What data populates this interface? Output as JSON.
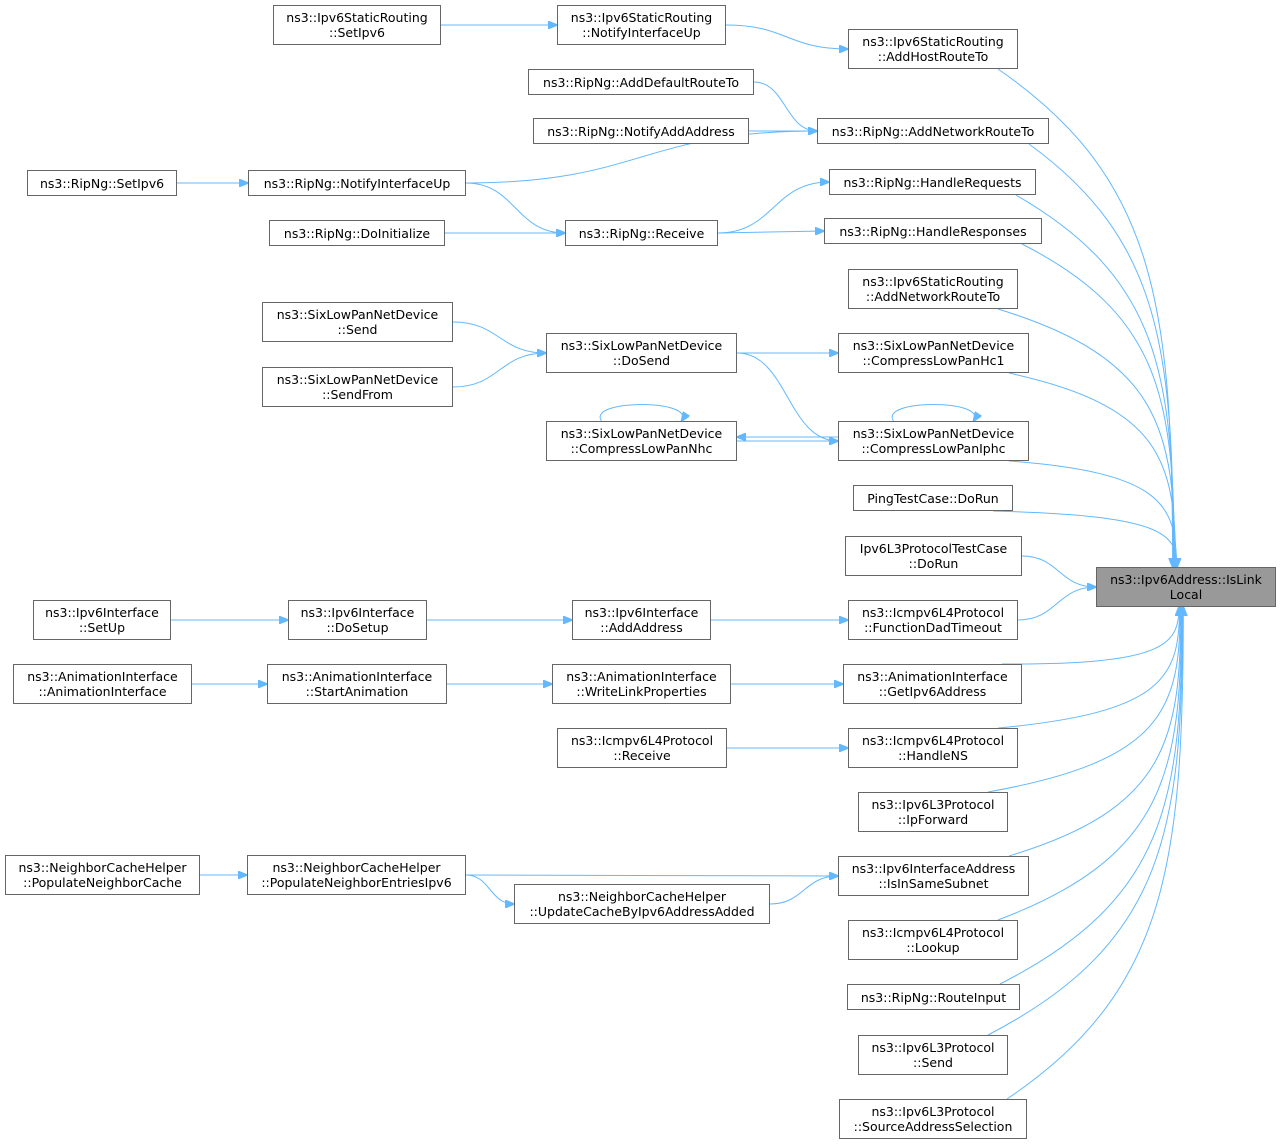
{
  "colors": {
    "edge": "#63b8ff",
    "node_border": "#666666",
    "node_fill": "#ffffff",
    "focus_fill": "#999999"
  },
  "nodes": {
    "n_islinklocal": {
      "lines": [
        "ns3::Ipv6Address::IsLink",
        "Local"
      ],
      "focus": true
    },
    "n_sr_setipv6": {
      "lines": [
        "ns3::Ipv6StaticRouting",
        "::SetIpv6"
      ]
    },
    "n_sr_notifyup": {
      "lines": [
        "ns3::Ipv6StaticRouting",
        "::NotifyInterfaceUp"
      ]
    },
    "n_sr_addhost": {
      "lines": [
        "ns3::Ipv6StaticRouting",
        "::AddHostRouteTo"
      ]
    },
    "n_rip_adddefault": {
      "lines": [
        "ns3::RipNg::AddDefaultRouteTo"
      ]
    },
    "n_rip_notifyaddaddr": {
      "lines": [
        "ns3::RipNg::NotifyAddAddress"
      ]
    },
    "n_rip_addnetwork": {
      "lines": [
        "ns3::RipNg::AddNetworkRouteTo"
      ]
    },
    "n_rip_setipv6": {
      "lines": [
        "ns3::RipNg::SetIpv6"
      ]
    },
    "n_rip_notifyup": {
      "lines": [
        "ns3::RipNg::NotifyInterfaceUp"
      ]
    },
    "n_rip_handlereq": {
      "lines": [
        "ns3::RipNg::HandleRequests"
      ]
    },
    "n_rip_doinit": {
      "lines": [
        "ns3::RipNg::DoInitialize"
      ]
    },
    "n_rip_receive": {
      "lines": [
        "ns3::RipNg::Receive"
      ]
    },
    "n_rip_handleresp": {
      "lines": [
        "ns3::RipNg::HandleResponses"
      ]
    },
    "n_sr_addnetwork": {
      "lines": [
        "ns3::Ipv6StaticRouting",
        "::AddNetworkRouteTo"
      ]
    },
    "n_slp_send": {
      "lines": [
        "ns3::SixLowPanNetDevice",
        "::Send"
      ]
    },
    "n_slp_dosend": {
      "lines": [
        "ns3::SixLowPanNetDevice",
        "::DoSend"
      ]
    },
    "n_slp_hc1": {
      "lines": [
        "ns3::SixLowPanNetDevice",
        "::CompressLowPanHc1"
      ]
    },
    "n_slp_sendfrom": {
      "lines": [
        "ns3::SixLowPanNetDevice",
        "::SendFrom"
      ]
    },
    "n_slp_nhc": {
      "lines": [
        "ns3::SixLowPanNetDevice",
        "::CompressLowPanNhc"
      ]
    },
    "n_slp_iphc": {
      "lines": [
        "ns3::SixLowPanNetDevice",
        "::CompressLowPanIphc"
      ]
    },
    "n_ping_dorun": {
      "lines": [
        "PingTestCase::DoRun"
      ]
    },
    "n_l3tc_dorun": {
      "lines": [
        "Ipv6L3ProtocolTestCase",
        "::DoRun"
      ]
    },
    "n_if_setup": {
      "lines": [
        "ns3::Ipv6Interface",
        "::SetUp"
      ]
    },
    "n_if_dosetup": {
      "lines": [
        "ns3::Ipv6Interface",
        "::DoSetup"
      ]
    },
    "n_if_addaddr": {
      "lines": [
        "ns3::Ipv6Interface",
        "::AddAddress"
      ]
    },
    "n_icmp_dad": {
      "lines": [
        "ns3::Icmpv6L4Protocol",
        "::FunctionDadTimeout"
      ]
    },
    "n_anim_ctor": {
      "lines": [
        "ns3::AnimationInterface",
        "::AnimationInterface"
      ]
    },
    "n_anim_start": {
      "lines": [
        "ns3::AnimationInterface",
        "::StartAnimation"
      ]
    },
    "n_anim_writelink": {
      "lines": [
        "ns3::AnimationInterface",
        "::WriteLinkProperties"
      ]
    },
    "n_anim_getipv6": {
      "lines": [
        "ns3::AnimationInterface",
        "::GetIpv6Address"
      ]
    },
    "n_icmp_receive": {
      "lines": [
        "ns3::Icmpv6L4Protocol",
        "::Receive"
      ]
    },
    "n_icmp_handlens": {
      "lines": [
        "ns3::Icmpv6L4Protocol",
        "::HandleNS"
      ]
    },
    "n_l3_ipforward": {
      "lines": [
        "ns3::Ipv6L3Protocol",
        "::IpForward"
      ]
    },
    "n_nch_populatecache": {
      "lines": [
        "ns3::NeighborCacheHelper",
        "::PopulateNeighborCache"
      ]
    },
    "n_nch_populateentries": {
      "lines": [
        "ns3::NeighborCacheHelper",
        "::PopulateNeighborEntriesIpv6"
      ]
    },
    "n_nch_updatecache": {
      "lines": [
        "ns3::NeighborCacheHelper",
        "::UpdateCacheByIpv6AddressAdded"
      ]
    },
    "n_ifaddr_samesubnet": {
      "lines": [
        "ns3::Ipv6InterfaceAddress",
        "::IsInSameSubnet"
      ]
    },
    "n_icmp_lookup": {
      "lines": [
        "ns3::Icmpv6L4Protocol",
        "::Lookup"
      ]
    },
    "n_rip_routeinput": {
      "lines": [
        "ns3::RipNg::RouteInput"
      ]
    },
    "n_l3_send": {
      "lines": [
        "ns3::Ipv6L3Protocol",
        "::Send"
      ]
    },
    "n_l3_srcaddrsel": {
      "lines": [
        "ns3::Ipv6L3Protocol",
        "::SourceAddressSelection"
      ]
    }
  },
  "edges": [
    [
      "n_sr_setipv6",
      "n_sr_notifyup"
    ],
    [
      "n_sr_notifyup",
      "n_sr_addhost"
    ],
    [
      "n_sr_addhost",
      "n_islinklocal"
    ],
    [
      "n_rip_adddefault",
      "n_rip_addnetwork"
    ],
    [
      "n_rip_notifyaddaddr",
      "n_rip_addnetwork"
    ],
    [
      "n_rip_notifyup",
      "n_rip_addnetwork"
    ],
    [
      "n_rip_addnetwork",
      "n_islinklocal"
    ],
    [
      "n_rip_setipv6",
      "n_rip_notifyup"
    ],
    [
      "n_rip_notifyup",
      "n_rip_receive"
    ],
    [
      "n_rip_doinit",
      "n_rip_receive"
    ],
    [
      "n_rip_receive",
      "n_rip_handlereq"
    ],
    [
      "n_rip_receive",
      "n_rip_handleresp"
    ],
    [
      "n_rip_handlereq",
      "n_islinklocal"
    ],
    [
      "n_rip_handleresp",
      "n_islinklocal"
    ],
    [
      "n_sr_addnetwork",
      "n_islinklocal"
    ],
    [
      "n_slp_send",
      "n_slp_dosend"
    ],
    [
      "n_slp_sendfrom",
      "n_slp_dosend"
    ],
    [
      "n_slp_dosend",
      "n_slp_hc1"
    ],
    [
      "n_slp_dosend",
      "n_slp_iphc"
    ],
    [
      "n_slp_hc1",
      "n_islinklocal"
    ],
    [
      "n_slp_iphc",
      "n_slp_nhc"
    ],
    [
      "n_slp_nhc",
      "n_slp_iphc"
    ],
    [
      "n_slp_nhc",
      "n_slp_nhc"
    ],
    [
      "n_slp_iphc",
      "n_slp_iphc"
    ],
    [
      "n_slp_iphc",
      "n_islinklocal"
    ],
    [
      "n_ping_dorun",
      "n_islinklocal"
    ],
    [
      "n_l3tc_dorun",
      "n_islinklocal"
    ],
    [
      "n_if_setup",
      "n_if_dosetup"
    ],
    [
      "n_if_dosetup",
      "n_if_addaddr"
    ],
    [
      "n_if_addaddr",
      "n_icmp_dad"
    ],
    [
      "n_icmp_dad",
      "n_islinklocal"
    ],
    [
      "n_anim_ctor",
      "n_anim_start"
    ],
    [
      "n_anim_start",
      "n_anim_writelink"
    ],
    [
      "n_anim_writelink",
      "n_anim_getipv6"
    ],
    [
      "n_anim_getipv6",
      "n_islinklocal"
    ],
    [
      "n_icmp_receive",
      "n_icmp_handlens"
    ],
    [
      "n_icmp_handlens",
      "n_islinklocal"
    ],
    [
      "n_l3_ipforward",
      "n_islinklocal"
    ],
    [
      "n_nch_populatecache",
      "n_nch_populateentries"
    ],
    [
      "n_nch_populateentries",
      "n_ifaddr_samesubnet"
    ],
    [
      "n_nch_populateentries",
      "n_nch_updatecache"
    ],
    [
      "n_nch_updatecache",
      "n_ifaddr_samesubnet"
    ],
    [
      "n_ifaddr_samesubnet",
      "n_islinklocal"
    ],
    [
      "n_icmp_lookup",
      "n_islinklocal"
    ],
    [
      "n_rip_routeinput",
      "n_islinklocal"
    ],
    [
      "n_l3_send",
      "n_islinklocal"
    ],
    [
      "n_l3_srcaddrsel",
      "n_islinklocal"
    ]
  ]
}
